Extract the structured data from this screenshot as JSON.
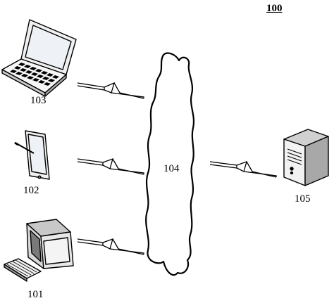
{
  "diagram": {
    "figure_ref": "100",
    "colors": {
      "stroke": "#000000",
      "fill_light": "#f0f0f0",
      "fill_mid": "#c8c8c8",
      "fill_dark": "#7a7a7a",
      "screen": "#eef2f6"
    },
    "nodes": {
      "laptop": {
        "label": "103",
        "icon": "laptop-icon"
      },
      "tablet": {
        "label": "102",
        "icon": "tablet-icon"
      },
      "desktop": {
        "label": "101",
        "icon": "desktop-computer-icon"
      },
      "network": {
        "label": "104",
        "icon": "cloud-network-icon"
      },
      "server": {
        "label": "105",
        "icon": "server-icon"
      }
    },
    "links": [
      {
        "from": "103",
        "to": "104",
        "type": "wireless"
      },
      {
        "from": "102",
        "to": "104",
        "type": "wireless"
      },
      {
        "from": "101",
        "to": "104",
        "type": "wireless"
      },
      {
        "from": "104",
        "to": "105",
        "type": "wireless"
      }
    ]
  }
}
